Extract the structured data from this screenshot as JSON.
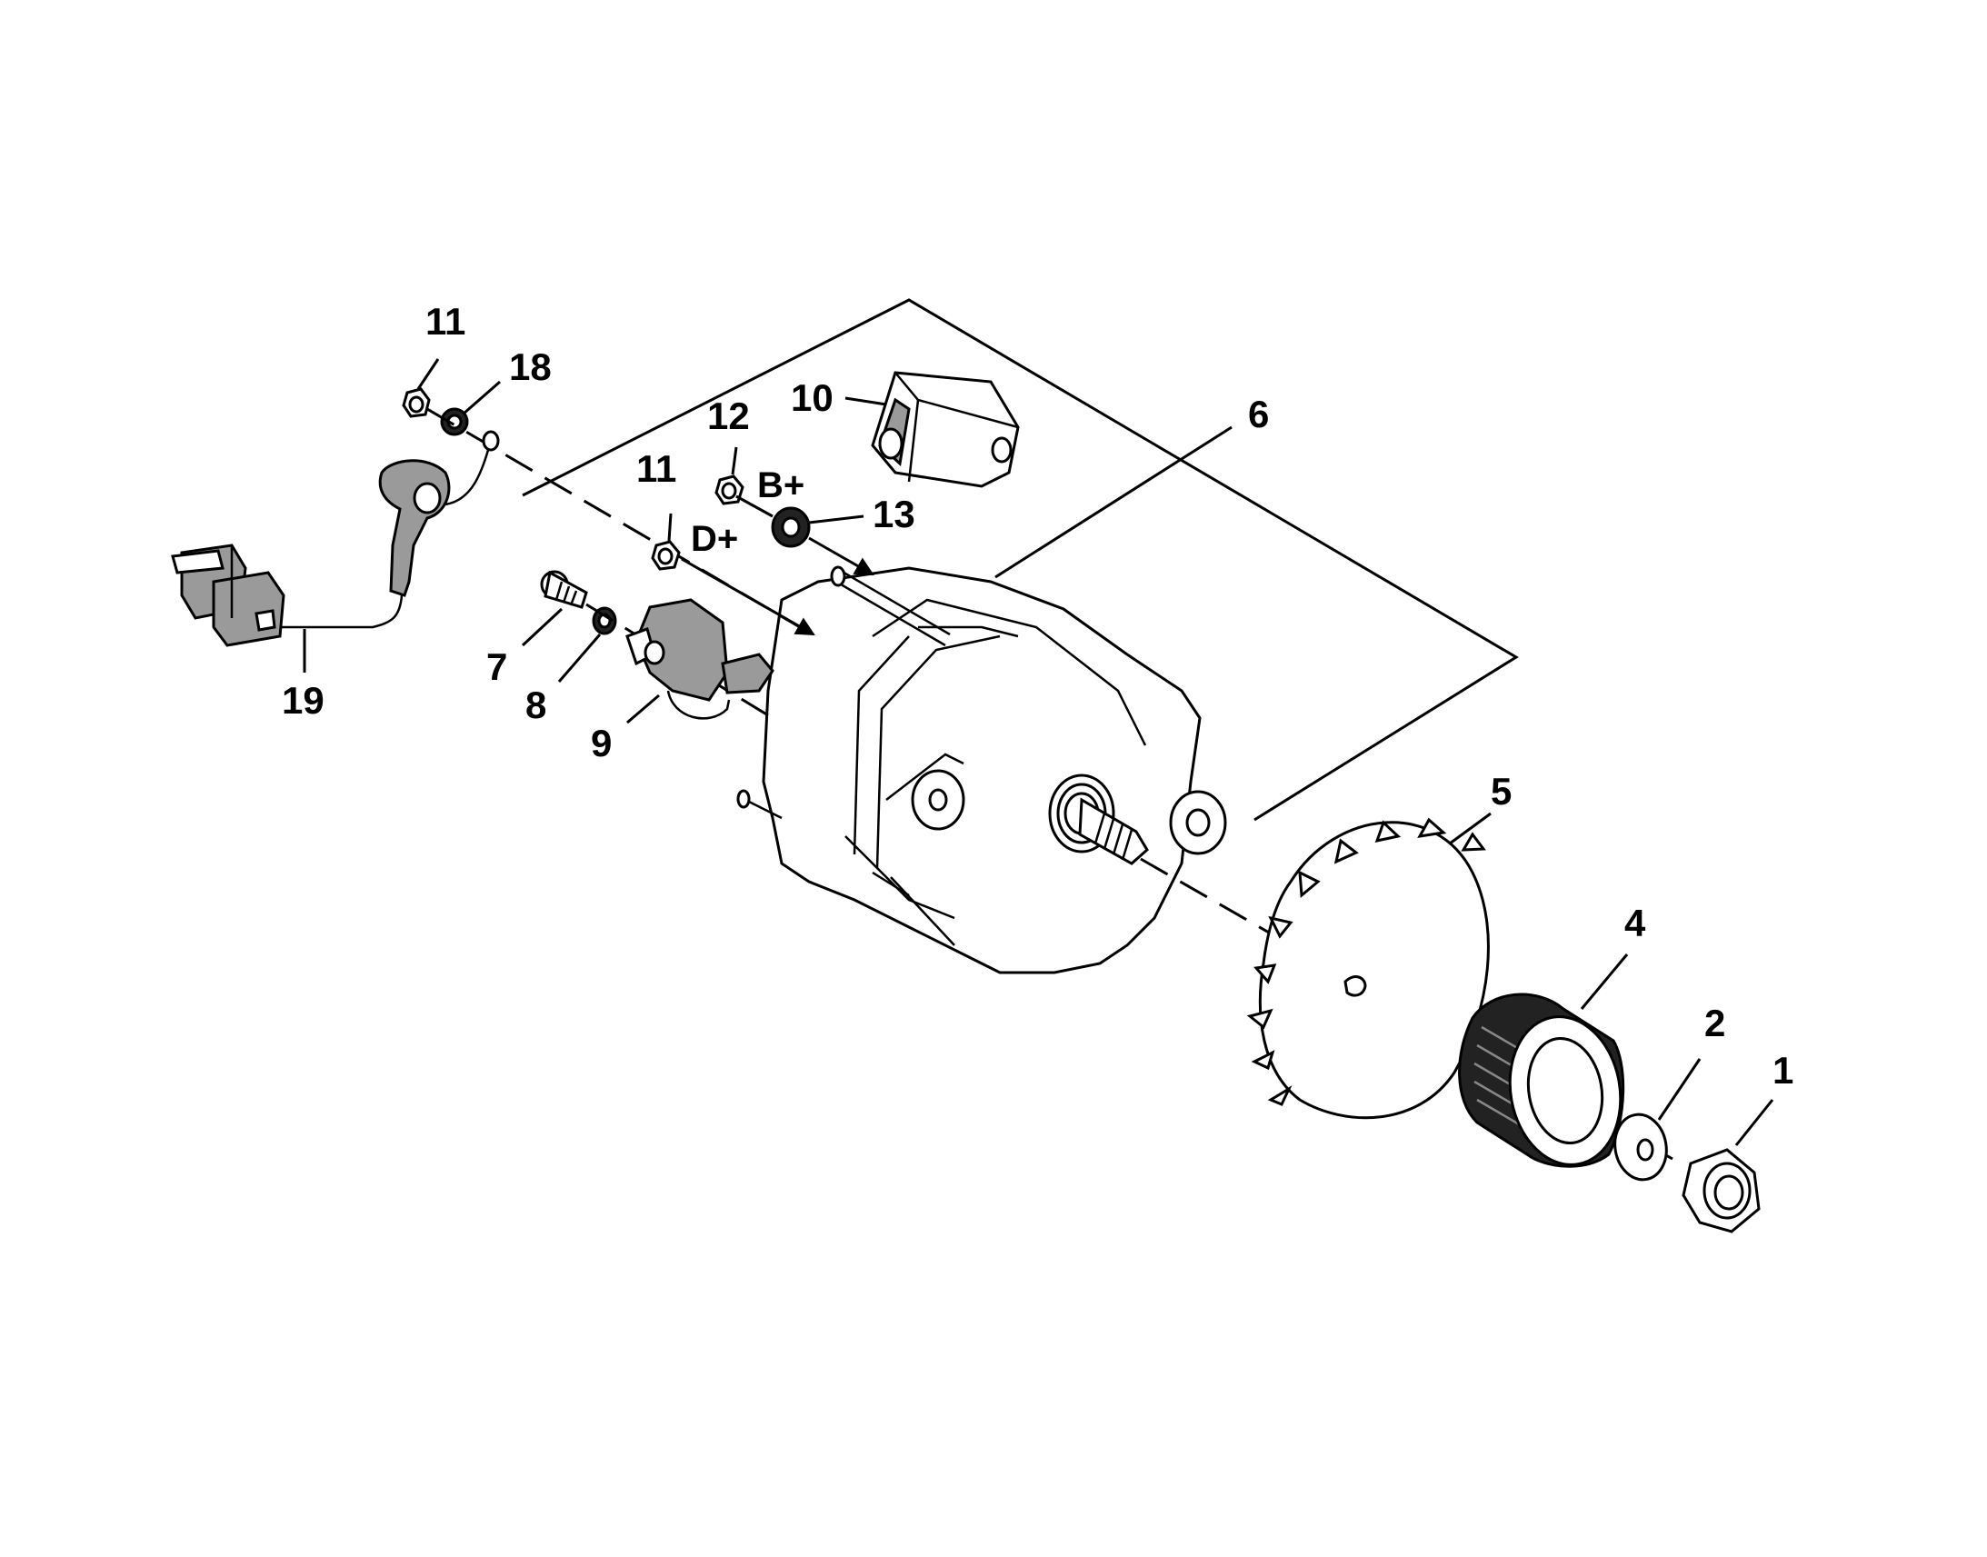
{
  "callouts": {
    "c1": "1",
    "c2": "2",
    "c4": "4",
    "c5": "5",
    "c6": "6",
    "c7": "7",
    "c8": "8",
    "c9": "9",
    "c10": "10",
    "c11a": "11",
    "c11b": "11",
    "c12": "12",
    "c13": "13",
    "c18": "18",
    "c19": "19"
  },
  "terminals": {
    "b_plus": "B+",
    "d_plus": "D+"
  }
}
